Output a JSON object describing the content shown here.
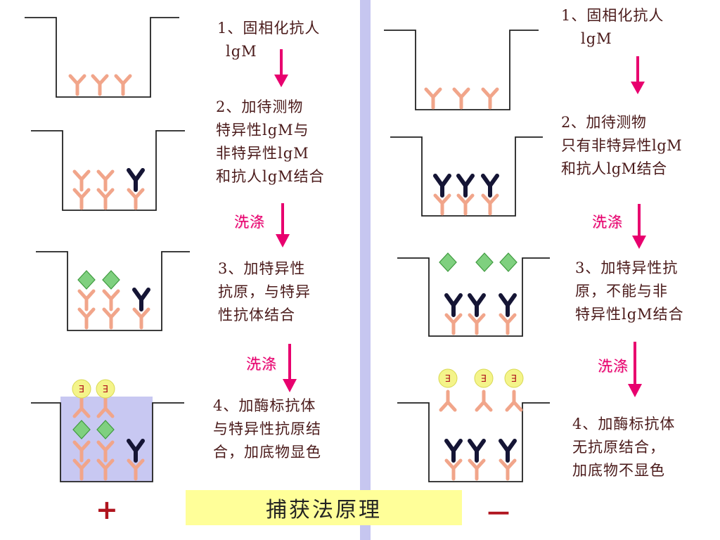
{
  "colors": {
    "capture_antibody": "#f1a58a",
    "target_igm": "#151535",
    "antigen": "#7fd07f",
    "enzyme": "#f4f48a",
    "enzyme_antibody": "#f1a58a",
    "arrow": "#e8006e",
    "substrate_color": "#c8c8f2",
    "divider": "#c6c6f0",
    "title_bg": "#ffff99"
  },
  "icons": {
    "capture": "y-antibody-icon",
    "target": "igm-antibody-icon",
    "antigen": "diamond-antigen-icon",
    "enzyme": "enzyme-circle-icon"
  },
  "positive": {
    "sign": "+",
    "steps": [
      {
        "lines": [
          "1、固相化抗人",
          "lgM"
        ]
      },
      {
        "lines": [
          "2、加待测物",
          "特异性lgM与",
          "非特异性lgM",
          "和抗人lgM结合"
        ]
      },
      {
        "lines": [
          "3、加特异性",
          "抗原，与特异",
          "性抗体结合"
        ]
      },
      {
        "lines": [
          "4、加酶标抗体",
          "与特异性抗原结",
          "合，加底物显色"
        ]
      }
    ],
    "wash_labels": [
      "洗涤",
      "洗涤"
    ]
  },
  "negative": {
    "sign": "－",
    "steps": [
      {
        "lines": [
          "1、固相化抗人",
          "lgM"
        ]
      },
      {
        "lines": [
          "2、加待测物",
          "只有非特异性lgM",
          "和抗人lgM结合"
        ]
      },
      {
        "lines": [
          "3、加特异性抗",
          "原，不能与非",
          "特异性lgM结合"
        ]
      },
      {
        "lines": [
          "4、加酶标抗体",
          "无抗原结合，",
          "加底物不显色"
        ]
      }
    ],
    "wash_labels": [
      "洗涤",
      "洗涤"
    ]
  },
  "title": "捕获法原理",
  "enzyme_label": "E"
}
